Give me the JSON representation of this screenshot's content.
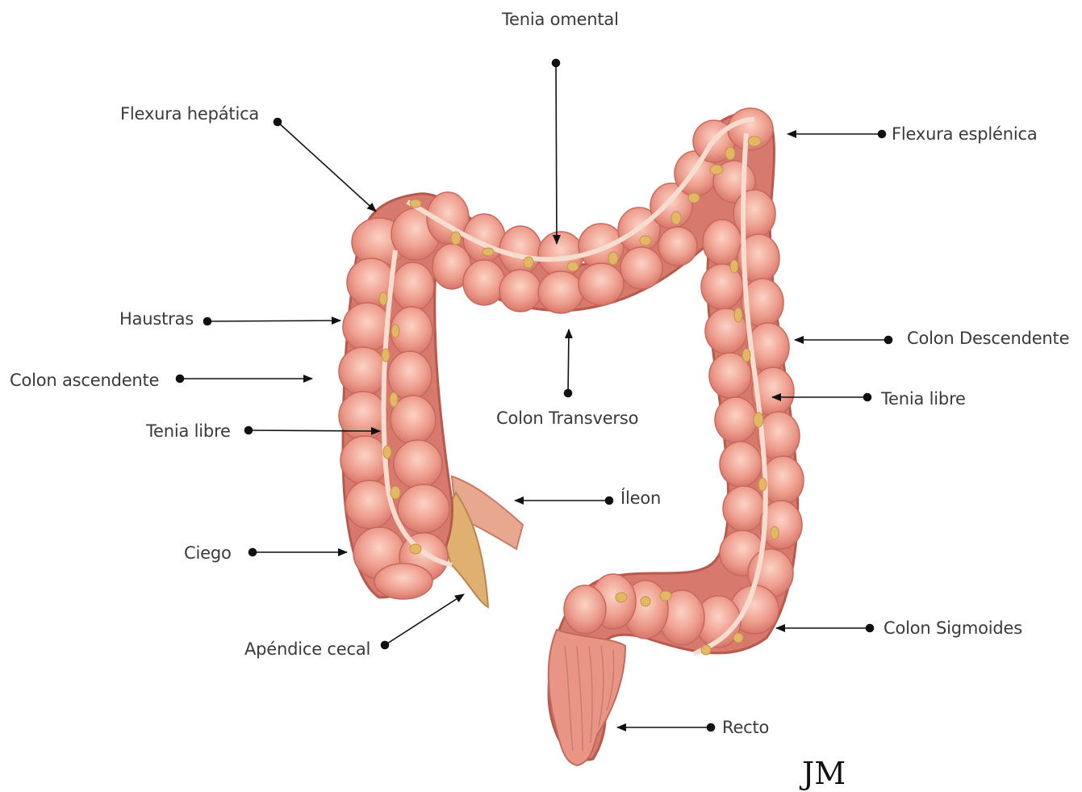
{
  "labels": {
    "tenia_omental": "Tenia omental",
    "flexura_hepatica": "Flexura hepática",
    "flexura_esplenica": "Flexura esplénica",
    "haustras": "Haustras",
    "colon_ascendente": "Colon ascendente",
    "tenia_libre_left": "Tenia libre",
    "colon_transverso": "Colon Transverso",
    "colon_descendente": "Colon Descendente",
    "tenia_libre_right": "Tenia libre",
    "ileon": "Íleon",
    "ciego": "Ciego",
    "apendice_cecal": "Apéndice cecal",
    "colon_sigmoides": "Colon Sigmoides",
    "recto": "Recto"
  },
  "signature": "JM",
  "colors": {
    "colon_fill": "#ec9e8e",
    "colon_shadow": "#cf6e63",
    "haustra_highlight": "#f8c6b8",
    "tenia_band": "#f6ddd0",
    "fat_appendages": "#e9c27a",
    "ileon_fill": "#e8c090",
    "leader_line": "#111111",
    "label_text": "#3a3a3a"
  }
}
